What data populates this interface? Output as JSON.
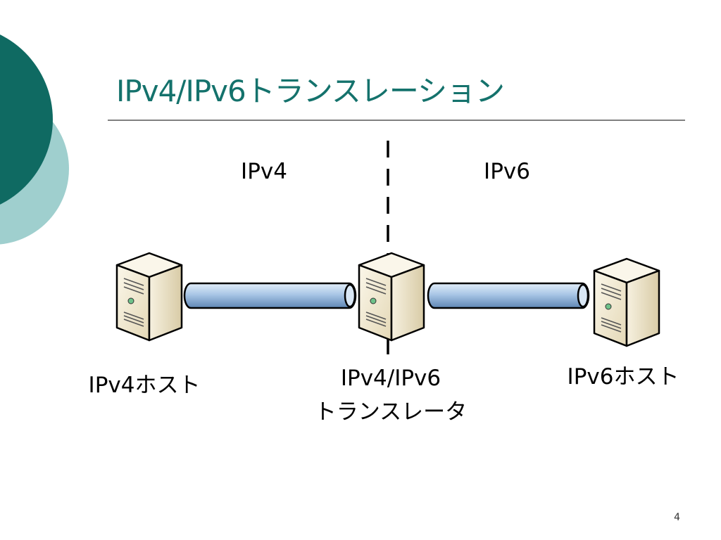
{
  "slide": {
    "title": "IPv4/IPv6トランスレーション",
    "page_number": "4"
  },
  "zones": {
    "left": "IPv4",
    "right": "IPv6"
  },
  "nodes": [
    {
      "id": "ipv4-host",
      "label": "IPv4ホスト"
    },
    {
      "id": "translator",
      "label_line1": "IPv4/IPv6",
      "label_line2": "トランスレータ"
    },
    {
      "id": "ipv6-host",
      "label": "IPv6ホスト"
    }
  ],
  "colors": {
    "title": "#14726c",
    "circle_dark": "#0f6a62",
    "circle_light": "#9fcfce",
    "pipe": "#a9c6e6",
    "server_body": "#f6f0de"
  }
}
